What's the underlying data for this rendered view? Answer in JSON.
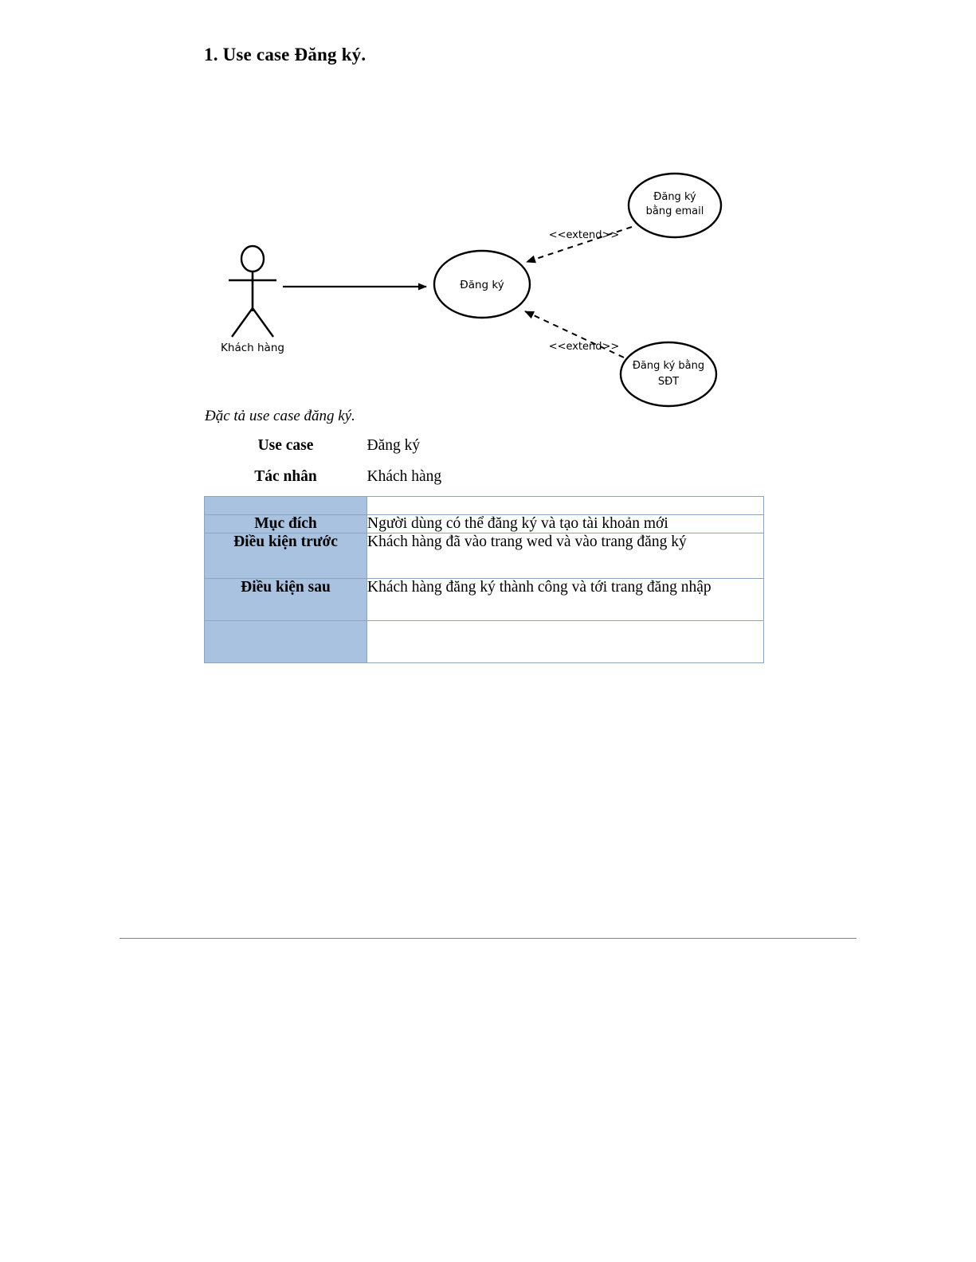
{
  "document": {
    "title": "1. Use case Đăng ký.",
    "caption": "Đặc tả use case đăng ký."
  },
  "diagram": {
    "type": "uml-use-case",
    "actor": {
      "name": "actor-khach-hang",
      "label": "Khách hàng"
    },
    "use_cases": [
      {
        "id": "dang-ky",
        "label": "Đăng ký"
      },
      {
        "id": "dang-ky-bang-email",
        "label_line1": "Đăng ký",
        "label_line2": "bằng email"
      },
      {
        "id": "dang-ky-bang-sdt",
        "label_line1": "Đăng ký bằng",
        "label_line2": "SĐT"
      }
    ],
    "relations": [
      {
        "from": "actor-khach-hang",
        "to": "dang-ky",
        "kind": "association",
        "label": ""
      },
      {
        "from": "dang-ky-bang-email",
        "to": "dang-ky",
        "kind": "extend",
        "label": "<<extend>>"
      },
      {
        "from": "dang-ky-bang-sdt",
        "to": "dang-ky",
        "kind": "extend",
        "label": "<<extend>>"
      }
    ]
  },
  "spec_table": {
    "header_fill": "#a9c2e0",
    "border_color": "#8fa4bd",
    "rows": [
      {
        "label": "Use case",
        "value": "Đăng ký"
      },
      {
        "label": "Tác nhân",
        "value": "Khách hàng"
      },
      {
        "label": "Mục đích",
        "value": "Người dùng có thể đăng ký và tạo tài khoản mới"
      },
      {
        "label": "Điều kiện trước",
        "value": "Khách hàng đã vào trang wed và vào trang đăng ký"
      },
      {
        "label": "Điều kiện sau",
        "value": "Khách hàng đăng ký thành công và tới trang đăng nhập"
      },
      {
        "label": "",
        "value": ""
      }
    ]
  }
}
